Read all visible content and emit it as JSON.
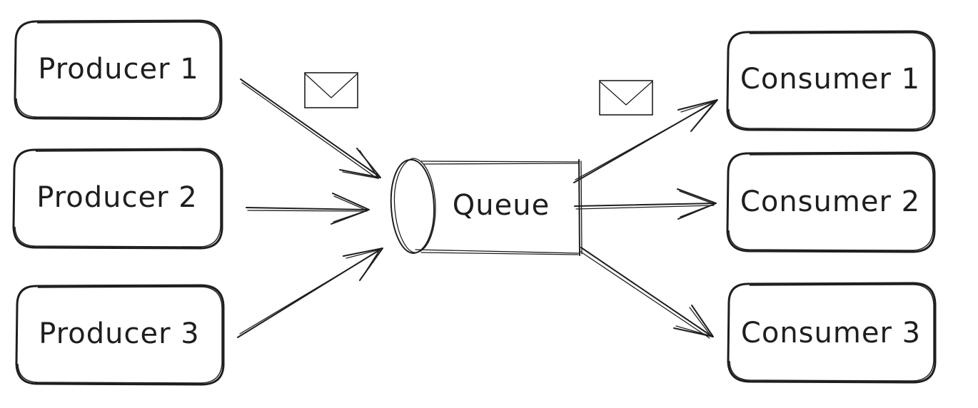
{
  "producers": [
    {
      "label": "Producer 1"
    },
    {
      "label": "Producer 2"
    },
    {
      "label": "Producer 3"
    }
  ],
  "queue": {
    "label": "Queue"
  },
  "consumers": [
    {
      "label": "Consumer 1"
    },
    {
      "label": "Consumer 2"
    },
    {
      "label": "Consumer 3"
    }
  ],
  "icons": [
    "envelope-icon",
    "envelope-icon"
  ],
  "colors": {
    "stroke": "#1e1e1e",
    "background": "#ffffff"
  }
}
